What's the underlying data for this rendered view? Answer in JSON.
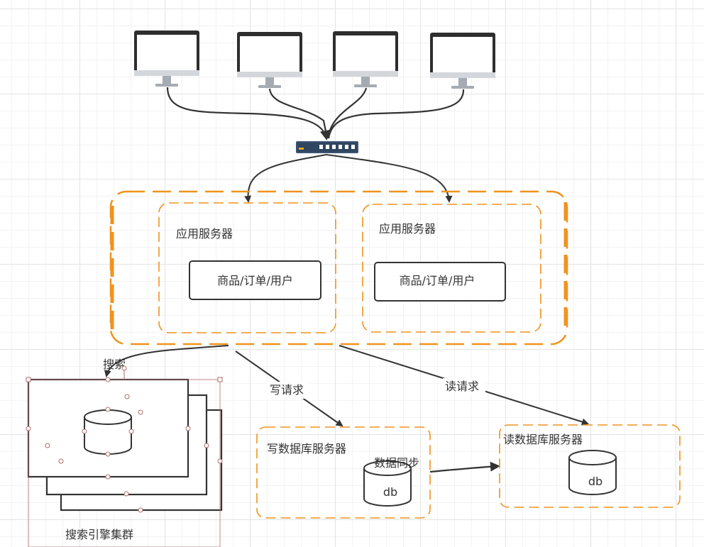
{
  "app_servers": [
    {
      "title": "应用服务器",
      "service": "商品/订单/用户"
    },
    {
      "title": "应用服务器",
      "service": "商品/订单/用户"
    }
  ],
  "edges": {
    "search": "搜索",
    "write_request": "写请求",
    "read_request": "读请求",
    "data_sync": "数据同步"
  },
  "write_db": {
    "title": "写数据库服务器",
    "db_label": "db"
  },
  "read_db": {
    "title": "读数据库服务器",
    "db_label": "db"
  },
  "search_cluster": {
    "label": "搜索引擎集群"
  },
  "icons": [
    "monitor-icon",
    "monitor-icon",
    "monitor-icon",
    "monitor-icon",
    "network-switch-icon",
    "database-icon"
  ],
  "colors": {
    "accent": "#f0931e",
    "stroke": "#333333",
    "selection": "#b26b6b"
  }
}
